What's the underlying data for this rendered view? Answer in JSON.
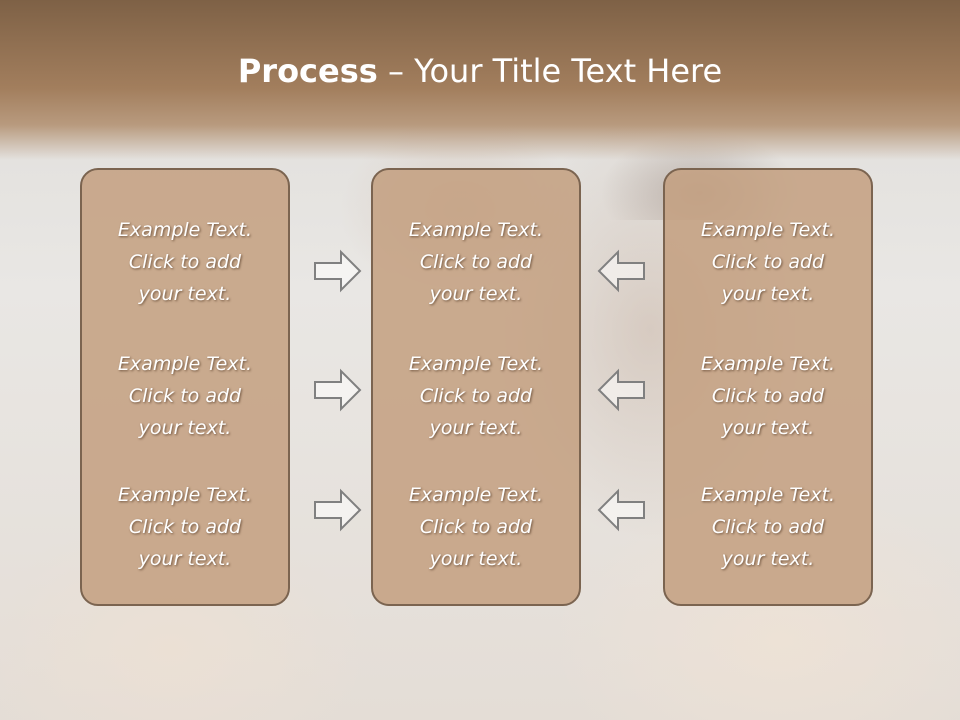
{
  "title": {
    "bold": "Process",
    "rest": " – Your Title Text Here"
  },
  "columns": [
    {
      "items": [
        [
          "Example Text.",
          "Click  to add",
          "your text."
        ],
        [
          "Example Text.",
          "Click  to add",
          "your text."
        ],
        [
          "Example Text.",
          "Click  to add",
          "your text."
        ]
      ]
    },
    {
      "items": [
        [
          "Example Text.",
          "Click  to add",
          "your text."
        ],
        [
          "Example Text.",
          "Click  to add",
          "your text."
        ],
        [
          "Example Text.",
          "Click  to add",
          "your text."
        ]
      ]
    },
    {
      "items": [
        [
          "Example Text.",
          "Click  to add",
          "your text."
        ],
        [
          "Example Text.",
          "Click  to add",
          "your text."
        ],
        [
          "Example Text.",
          "Click  to add",
          "your text."
        ]
      ]
    }
  ],
  "arrows": {
    "left_group": "right-arrow-icon",
    "right_group": "left-arrow-icon"
  },
  "colors": {
    "header": "#a27e5d",
    "box_fill": "#c4a080",
    "box_border": "#7b6450",
    "text": "#ffffff",
    "arrow_stroke": "#808080"
  }
}
